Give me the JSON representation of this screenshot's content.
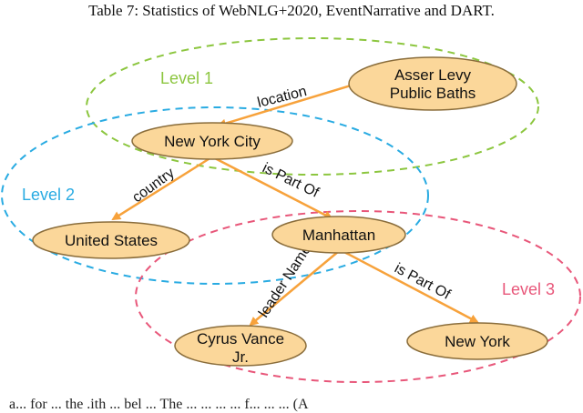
{
  "caption": "Table 7: Statistics of WebNLG+2020, EventNarrative and DART.",
  "cut_off_text": "a... for ... the .ith ... bel  ... The ... ...  ... ... f... ... ... (A",
  "colors": {
    "level1": "#8cc63f",
    "level2": "#29abe2",
    "level3": "#e8577a",
    "node_fill": "#fbd79a",
    "node_stroke": "#8a6d3b",
    "edge": "#f7a23b"
  },
  "levels": {
    "level1": "Level 1",
    "level2": "Level 2",
    "level3": "Level 3"
  },
  "nodes": {
    "asser_line1": "Asser Levy",
    "asser_line2": "Public Baths",
    "nyc": "New York City",
    "us": "United States",
    "manhattan": "Manhattan",
    "cyrus_line1": "Cyrus Vance",
    "cyrus_line2": "Jr.",
    "newyork": "New York"
  },
  "edges": {
    "location": "location",
    "country": "country",
    "is_part_of_1": "is Part Of",
    "leader_name": "leader Name",
    "is_part_of_2": "is Part Of"
  }
}
